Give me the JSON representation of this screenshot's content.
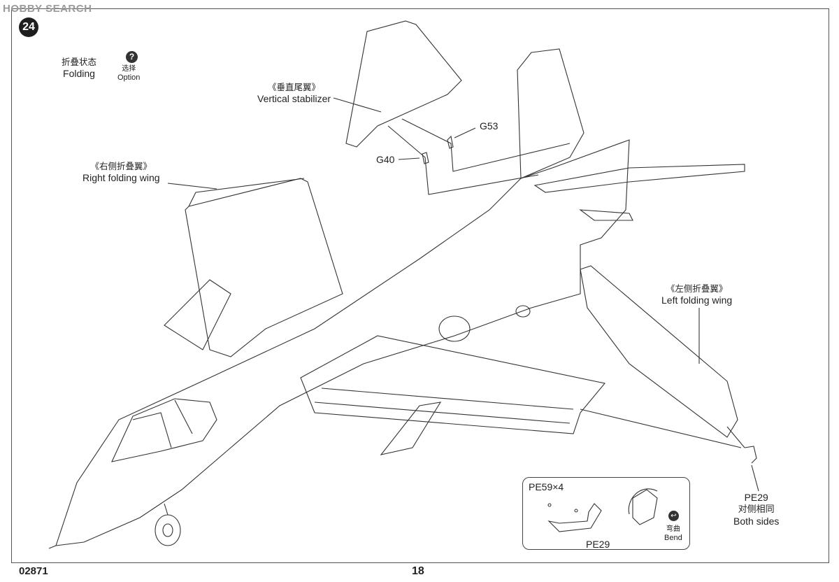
{
  "watermark": "HOBBY SEARCH",
  "step_number": "24",
  "folding": {
    "cn": "折叠状态",
    "en": "Folding"
  },
  "option": {
    "icon": "?",
    "cn": "选择",
    "en": "Option"
  },
  "vertical_stabilizer": {
    "cn": "《垂直尾翼》",
    "en": "Vertical stabilizer"
  },
  "right_wing": {
    "cn": "《右侧折叠翼》",
    "en": "Right folding wing"
  },
  "left_wing": {
    "cn": "《左侧折叠翼》",
    "en": "Left folding wing"
  },
  "parts": {
    "g53": "G53",
    "g40": "G40"
  },
  "pe29_callout": {
    "part": "PE29",
    "cn": "对侧相同",
    "en": "Both sides"
  },
  "inset": {
    "pe59": "PE59×4",
    "pe29": "PE29",
    "bend_icon": "arrow-bend-icon",
    "bend_cn": "弯曲",
    "bend_en": "Bend"
  },
  "footer": {
    "product_code": "02871",
    "page_number": "18"
  }
}
